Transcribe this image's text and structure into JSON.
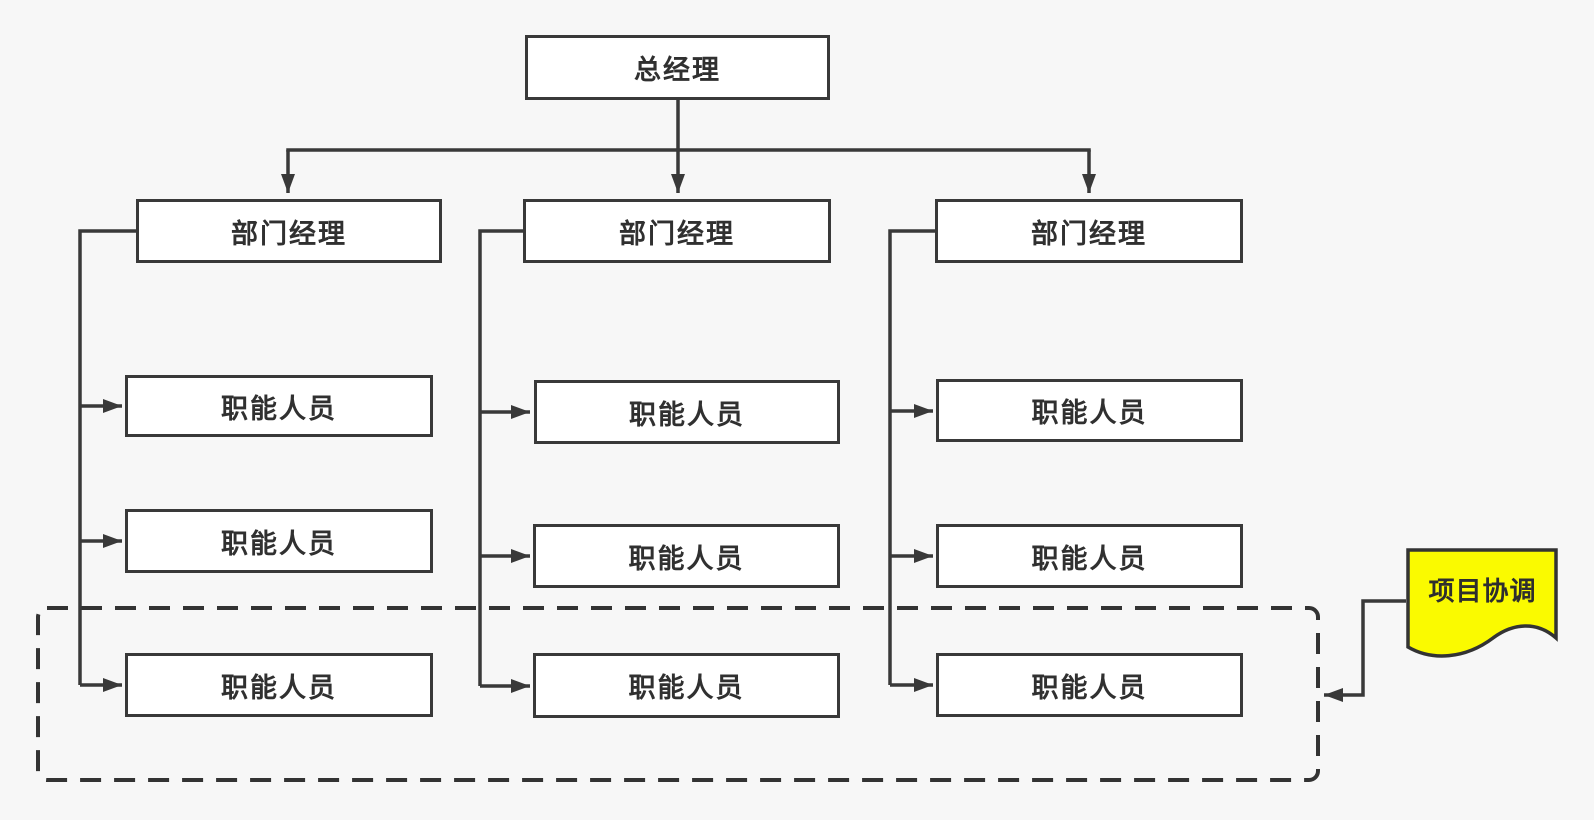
{
  "palette": {
    "background": "#f7f7f7",
    "line": "#393939",
    "node_fill": "#ffffff",
    "node_border": "#393939",
    "node_text": "#303030",
    "note_fill": "#FAFA00",
    "dashed_boundary": "#333333"
  },
  "nodes": {
    "general_manager": {
      "label": "总经理"
    },
    "columns": [
      {
        "manager": {
          "label": "部门经理"
        },
        "staff": [
          {
            "label": "职能人员"
          },
          {
            "label": "职能人员"
          },
          {
            "label": "职能人员"
          }
        ]
      },
      {
        "manager": {
          "label": "部门经理"
        },
        "staff": [
          {
            "label": "职能人员"
          },
          {
            "label": "职能人员"
          },
          {
            "label": "职能人员"
          }
        ]
      },
      {
        "manager": {
          "label": "部门经理"
        },
        "staff": [
          {
            "label": "职能人员"
          },
          {
            "label": "职能人员"
          },
          {
            "label": "职能人员"
          }
        ]
      }
    ],
    "note": {
      "label": "项目协调"
    }
  }
}
